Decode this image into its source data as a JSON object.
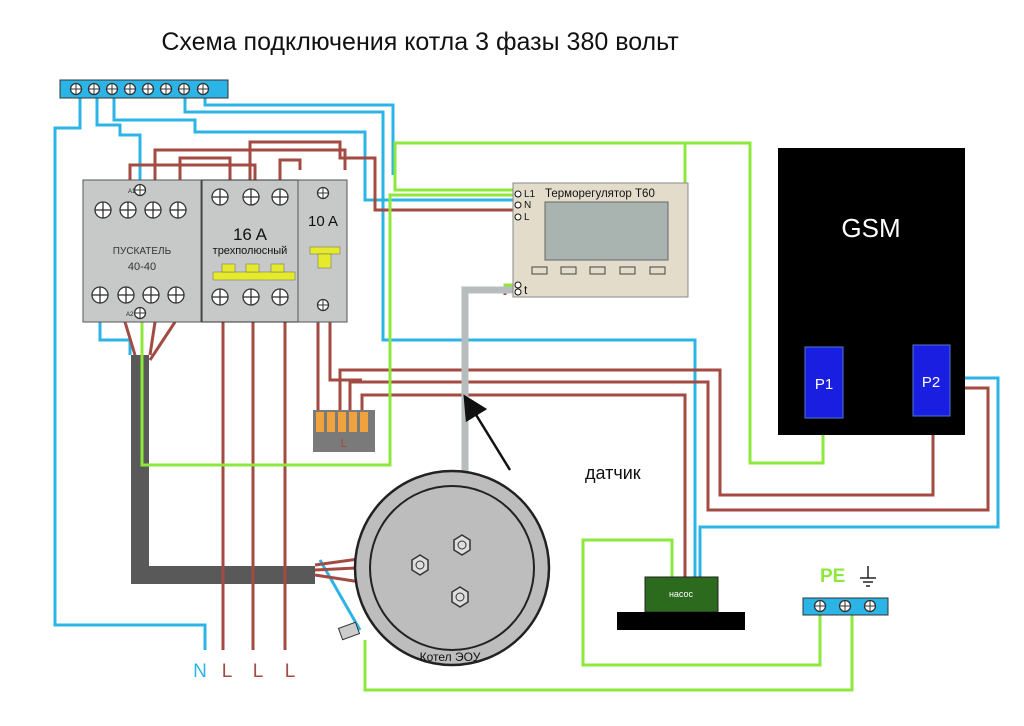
{
  "title": "Схема подключения котла 3 фазы 380 вольт",
  "contactor": {
    "label": "ПУСКАТЕЛЬ",
    "model": "40-40",
    "coil_a1": "A1",
    "coil_a2": "A2"
  },
  "breaker_3p": {
    "rating": "16 A",
    "type": "трехполюсный"
  },
  "breaker_1p": {
    "rating": "10 A"
  },
  "thermostat": {
    "title": "Терморегулятор T60",
    "terminals": [
      "L1",
      "N",
      "L"
    ],
    "sensor_terminal": "t"
  },
  "gsm": {
    "label": "GSM",
    "relays": [
      "P1",
      "P2"
    ]
  },
  "terminal_block": {
    "label": "L"
  },
  "sensor": {
    "label": "датчик"
  },
  "boiler": {
    "label": "Котел ЭОУ"
  },
  "pump": {
    "label": "насос"
  },
  "ground": {
    "label": "PE"
  },
  "supply_labels": [
    "N",
    "L",
    "L",
    "L"
  ],
  "colors": {
    "neutral": "#2bb5e6",
    "phase": "#a34a42",
    "ground": "#8ee83c",
    "cable": "#595959"
  }
}
